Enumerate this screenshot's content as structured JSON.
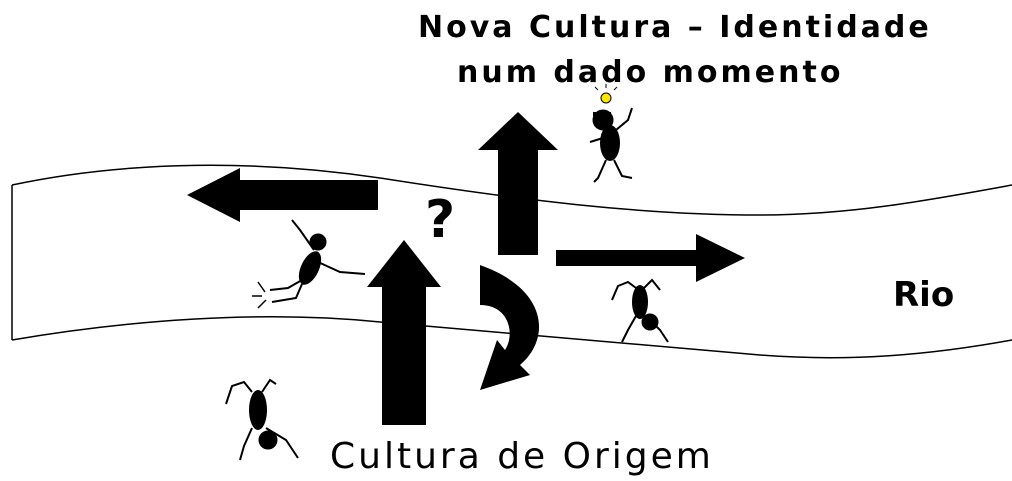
{
  "diagram": {
    "title_line1": "Nova Cultura – Identidade",
    "title_line2": "num dado momento",
    "river_label": "Rio",
    "origin_label": "Cultura de Origem",
    "question_mark": "?"
  },
  "colors": {
    "ink": "#000000",
    "background": "#ffffff",
    "lightbulb": "#ffe600"
  },
  "icons": [
    "stick-figure-thinking-icon",
    "lightbulb-icon",
    "stick-figure-slipping-icon",
    "stick-figure-upside-down-icon",
    "stick-figure-handstand-icon"
  ]
}
